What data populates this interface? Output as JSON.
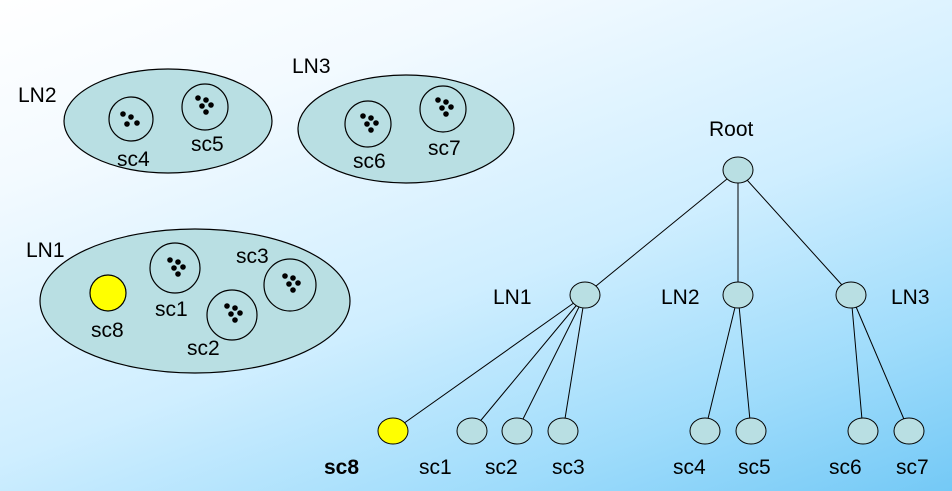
{
  "colors": {
    "cluster_fill": "#b9dfe3",
    "node_fill": "#b9dfe3",
    "highlight_fill": "#ffff00",
    "stroke": "#000000",
    "edge": "#000000"
  },
  "clusters": [
    {
      "label": "LN2",
      "members": [
        {
          "label": "sc4",
          "dots": 4
        },
        {
          "label": "sc5",
          "dots": 5
        }
      ]
    },
    {
      "label": "LN3",
      "members": [
        {
          "label": "sc6",
          "dots": 5
        },
        {
          "label": "sc7",
          "dots": 5
        }
      ]
    },
    {
      "label": "LN1",
      "members": [
        {
          "label": "sc8",
          "dots": 0,
          "highlight": true
        },
        {
          "label": "sc1",
          "dots": 5
        },
        {
          "label": "sc2",
          "dots": 5
        },
        {
          "label": "sc3",
          "dots": 5
        }
      ]
    }
  ],
  "tree": {
    "root": "Root",
    "children": [
      {
        "label": "LN1",
        "leaves": [
          "sc8",
          "sc1",
          "sc2",
          "sc3"
        ]
      },
      {
        "label": "LN2",
        "leaves": [
          "sc4",
          "sc5"
        ]
      },
      {
        "label": "LN3",
        "leaves": [
          "sc6",
          "sc7"
        ]
      }
    ],
    "highlight_leaf": "sc8"
  }
}
